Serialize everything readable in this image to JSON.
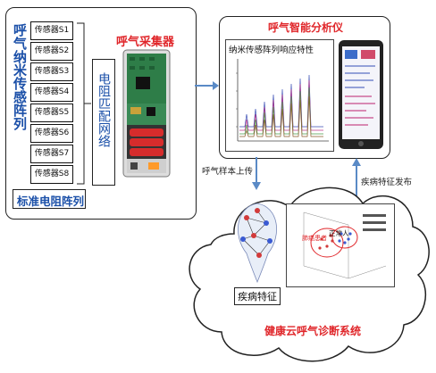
{
  "sensor_array": {
    "vertical_title": "呼气纳米传感阵列",
    "sensors": [
      "传感器S1",
      "传感器S2",
      "传感器S3",
      "传感器S4",
      "传感器S5",
      "传感器S6",
      "传感器S7",
      "传感器S8"
    ],
    "matching_network_label": "电阻匹配网络",
    "standard_array_label": "标准电阻阵列"
  },
  "collector": {
    "title": "呼气采集器"
  },
  "analyzer": {
    "title": "呼气智能分析仪",
    "chart_title": "纳米传感阵列响应特性"
  },
  "cloud": {
    "system_title": "健康云呼气诊断系统",
    "disease_feature_label": "疾病特征",
    "upload_label": "呼气样本上传",
    "publish_label": "疾病特征发布",
    "scatter_labels": {
      "normal": "正常人",
      "patient": "肺癌患者"
    }
  },
  "colors": {
    "title_red": "#e0262a",
    "text_blue": "#1a4fa8",
    "arrow": "#5a8ac6"
  }
}
